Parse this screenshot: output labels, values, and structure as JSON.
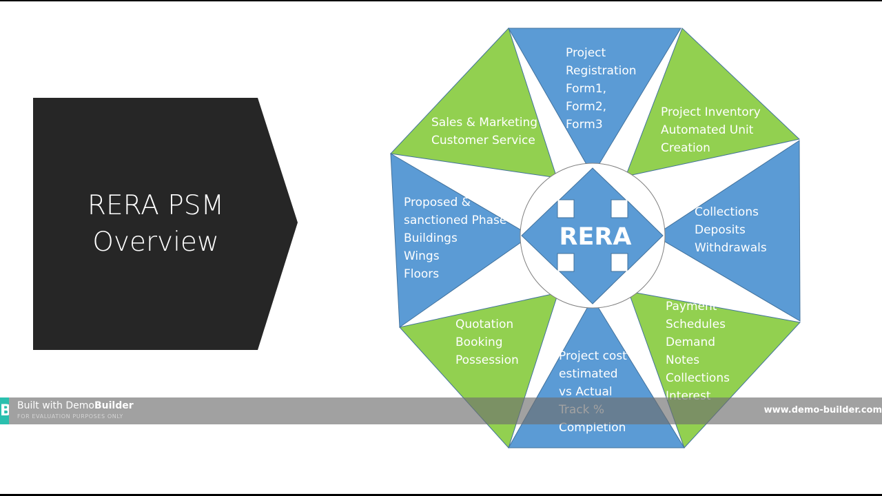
{
  "slide": {
    "title_lines": [
      "RERA PSM",
      "Overview"
    ],
    "center_label": "RERA",
    "colors": {
      "blue": "#5b9bd5",
      "green": "#92d050",
      "dark": "#262626",
      "text": "#ffffff"
    },
    "segments": [
      {
        "id": "top",
        "color": "blue",
        "lines": [
          "Project",
          "Registration",
          "Form1,",
          "Form2,",
          "Form3"
        ]
      },
      {
        "id": "top-right",
        "color": "green",
        "lines": [
          "Project Inventory",
          "Automated Unit",
          "Creation"
        ]
      },
      {
        "id": "right",
        "color": "blue",
        "lines": [
          "Collections",
          "Deposits",
          "Withdrawals"
        ]
      },
      {
        "id": "bottom-right",
        "color": "green",
        "lines": [
          "Payment",
          "Schedules",
          "Demand",
          "Notes",
          "Collections",
          "Interest"
        ]
      },
      {
        "id": "bottom",
        "color": "blue",
        "lines": [
          "Project cost",
          "estimated",
          "vs Actual",
          "Track %",
          "Completion"
        ]
      },
      {
        "id": "bottom-left",
        "color": "green",
        "lines": [
          "Quotation",
          "Booking",
          "Possession"
        ]
      },
      {
        "id": "left",
        "color": "blue",
        "lines": [
          "Proposed &",
          "sanctioned Phase",
          "Buildings",
          "Wings",
          "Floors"
        ]
      },
      {
        "id": "top-left",
        "color": "green",
        "lines": [
          "Sales & Marketing",
          "Customer Service"
        ]
      }
    ]
  },
  "watermark": {
    "logo_letter": "B",
    "title_prefix": "Built with Demo",
    "title_bold": "Builder",
    "subtitle": "FOR EVALUATION PURPOSES ONLY",
    "url": "www.demo-builder.com"
  }
}
